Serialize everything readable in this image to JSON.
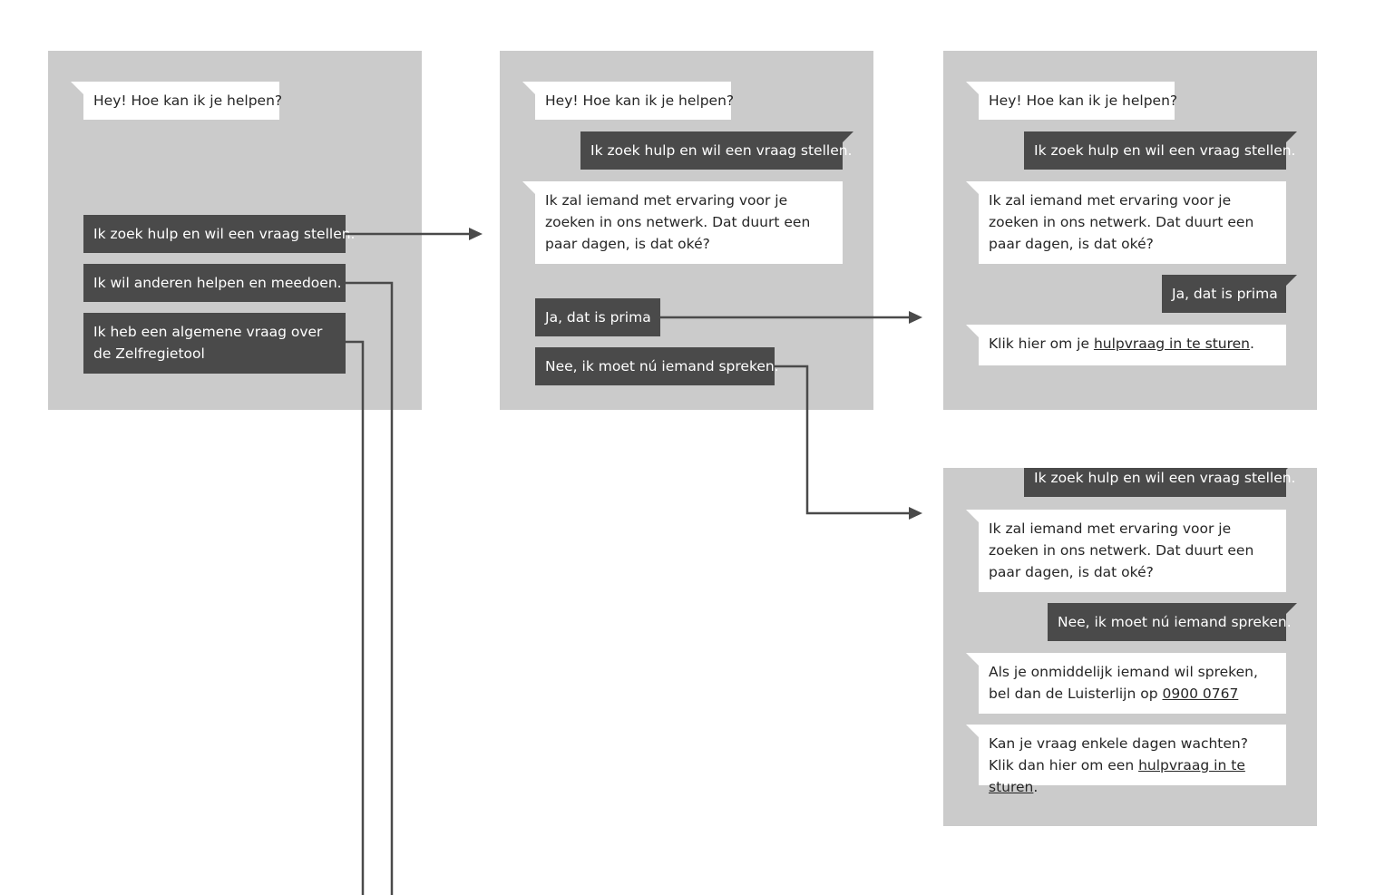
{
  "screens": {
    "start": {
      "greeting": "Hey! Hoe kan ik je helpen?",
      "options": [
        "Ik zoek hulp en wil een vraag stellen.",
        "Ik wil anderen helpen en meedoen.",
        "Ik heb een algemene vraag over de Zelfregietool"
      ]
    },
    "ask_question": {
      "greeting": "Hey! Hoe kan ik je helpen?",
      "user_choice": "Ik zoek hulp en wil een vraag stellen.",
      "bot_reply": "Ik zal iemand met ervaring voor je zoeken in ons netwerk. Dat duurt een paar dagen, is dat oké?",
      "options": [
        "Ja, dat is prima",
        "Nee, ik moet nú iemand spreken."
      ]
    },
    "accepted": {
      "greeting": "Hey! Hoe kan ik je helpen?",
      "user_choice": "Ik zoek hulp en wil een vraag stellen.",
      "bot_reply": "Ik zal iemand met ervaring voor je zoeken in ons netwerk. Dat duurt een paar dagen, is dat oké?",
      "user_answer": "Ja, dat is prima",
      "final_prefix": "Klik hier om je ",
      "final_link": "hulpvraag in te sturen",
      "final_suffix": "."
    },
    "urgent": {
      "user_choice": "Ik zoek hulp en wil een vraag stellen.",
      "bot_reply": "Ik zal iemand met ervaring voor je zoeken in ons netwerk. Dat duurt een paar dagen, is dat oké?",
      "user_answer": "Nee, ik moet nú iemand spreken.",
      "phone_prefix": "Als je onmiddelijk iemand wil spreken, bel dan de Luisterlijn op ",
      "phone_link": "0900 0767",
      "wait_prefix": "Kan je vraag enkele dagen wachten? Klik dan hier om een ",
      "wait_link": "hulpvraag in te sturen",
      "wait_suffix": "."
    }
  },
  "colors": {
    "panel": "#cbcbcb",
    "dark_bubble": "#4a4a4a",
    "light_bubble": "#ffffff",
    "connector": "#4a4a4a"
  }
}
